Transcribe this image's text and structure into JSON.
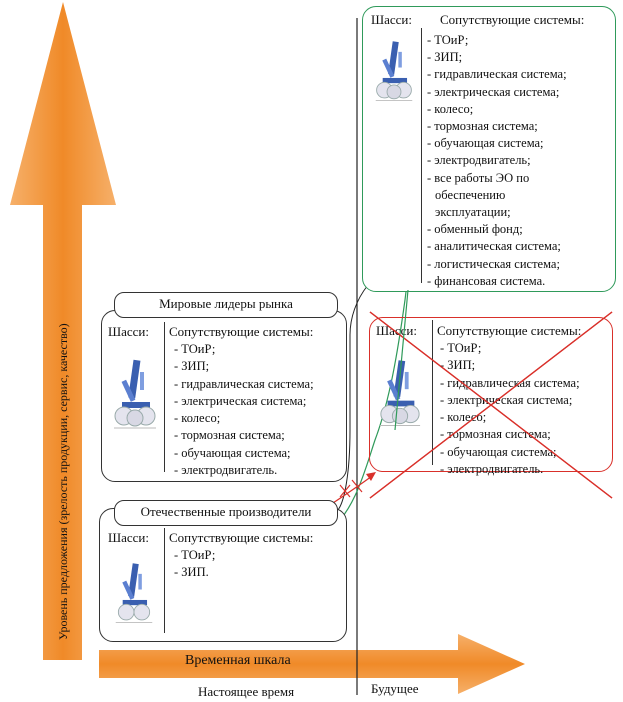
{
  "axis": {
    "vertical_label": "Уровень предложения (зрелость продукции, сервис, качество)",
    "horizontal_label": "Временная шкала",
    "present": "Настоящее время",
    "future": "Будущее"
  },
  "world_leaders": {
    "title": "Мировые лидеры рынка",
    "chassis": "Шасси:",
    "systems_title": "Сопутствующие системы:",
    "items": [
      "- ТОиР;",
      "- ЗИП;",
      "- гидравлическая система;",
      "- электрическая система;",
      "- колесо;",
      "- тормозная система;",
      "- обучающая система;",
      "- электродвигатель."
    ]
  },
  "domestic": {
    "title": "Отечественные производители",
    "chassis": "Шасси:",
    "systems_title": "Сопутствующие системы:",
    "items": [
      "- ТОиР;",
      "- ЗИП."
    ]
  },
  "future_green": {
    "chassis": "Шасси:",
    "systems_title": "Сопутствующие системы:",
    "items": [
      "- ТОиР;",
      "- ЗИП;",
      "- гидравлическая система;",
      "- электрическая система;",
      "- колесо;",
      "- тормозная система;",
      "- обучающая система;",
      "- электродвигатель;",
      "- все работы ЭО по",
      "обеспечению",
      "эксплуатации;",
      "- обменный фонд;",
      "- аналитическая система;",
      "- логистическая система;",
      "- финансовая система."
    ]
  },
  "future_red": {
    "chassis": "Шасси:",
    "systems_title": "Сопутствующие системы:",
    "items": [
      "- ТОиР;",
      "- ЗИП;",
      "- гидравлическая система;",
      "- электрическая система;",
      "- колесо;",
      "- тормозная система;",
      "- обучающая система;",
      "- электродвигатель."
    ]
  },
  "colors": {
    "arrow_orange": "#f08a28",
    "green": "#2f9a5a",
    "red": "#d9302a",
    "gear_blue": "#3a5fb0"
  }
}
